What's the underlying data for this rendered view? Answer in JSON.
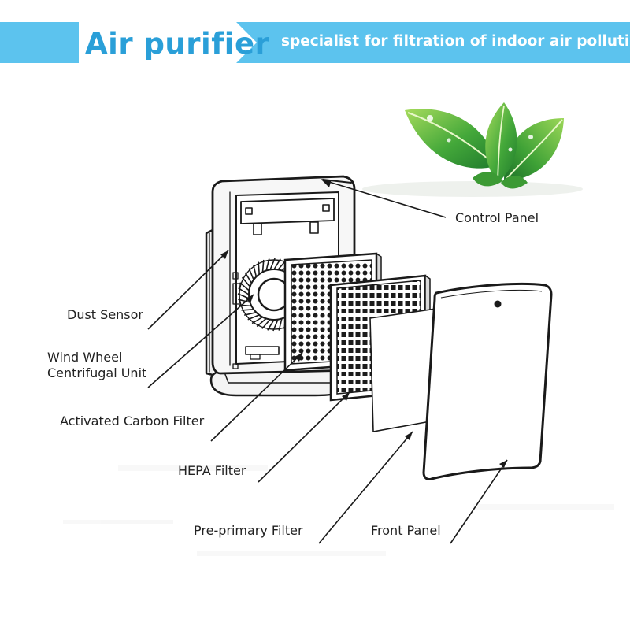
{
  "banner": {
    "title": "Air purifier",
    "subtitle": "specialist for filtration of indoor air pollution",
    "color": "#5cc3ee"
  },
  "labels": {
    "control_panel": "Control Panel",
    "dust_sensor": "Dust Sensor",
    "wind_wheel_1": "Wind Wheel",
    "wind_wheel_2": "Centrifugal Unit",
    "activated_carbon": "Activated Carbon Filter",
    "hepa": "HEPA Filter",
    "pre_primary": "Pre-primary Filter",
    "front_panel": "Front Panel"
  }
}
